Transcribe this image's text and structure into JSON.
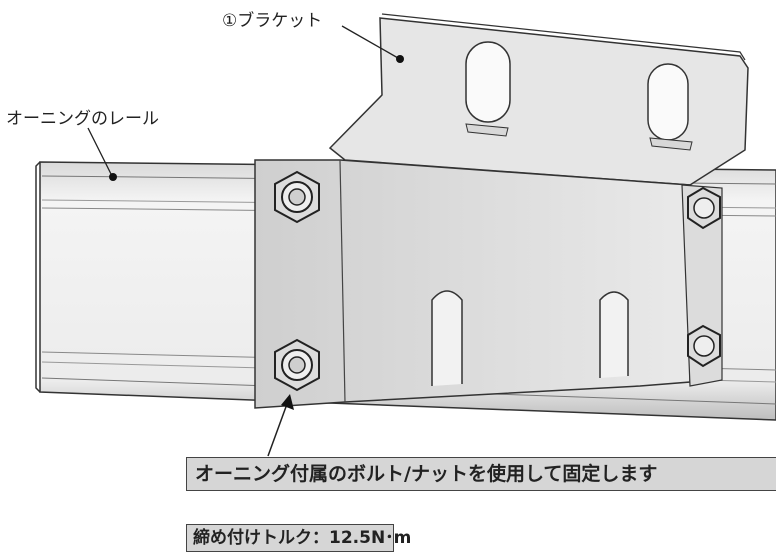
{
  "labels": {
    "bracket": "①ブラケット",
    "rail": "オーニングのレール"
  },
  "notes": {
    "instruction": "オーニング付属のボルト/ナットを使用して固定します",
    "torque": "締め付けトルク：12.5N･m"
  }
}
